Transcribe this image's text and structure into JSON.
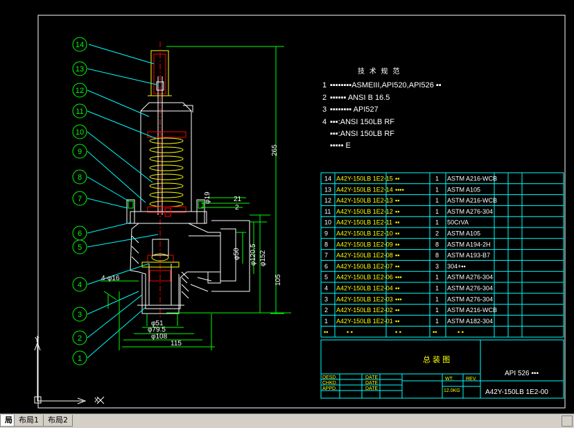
{
  "tech_notes": {
    "heading": "技 术 规 范",
    "lines": [
      {
        "num": "1",
        "text": "▪▪▪▪▪▪▪▪ASMEIII,API520,API526 ▪▪"
      },
      {
        "num": "2",
        "text": "▪▪▪▪▪▪ ANSI B 16.5"
      },
      {
        "num": "3",
        "text": "▪▪▪▪▪▪▪▪ API527"
      },
      {
        "num": "4",
        "text": "▪▪▪:ANSI 150LB RF"
      },
      {
        "num": "",
        "text": "▪▪▪:ANSI 150LB RF"
      },
      {
        "num": "",
        "text": "▪▪▪▪▪ E"
      }
    ]
  },
  "balloons": [
    "14",
    "13",
    "12",
    "11",
    "10",
    "9",
    "8",
    "7",
    "6",
    "5",
    "4",
    "3",
    "2",
    "1"
  ],
  "dimensions": {
    "d_265": "265",
    "d_105": "105",
    "d_21": "21",
    "d_2": "2",
    "d_phi19": "φ19",
    "d_phi152": "φ152",
    "d_phi120_5": "φ120.5",
    "d_phi50": "φ50",
    "d_phi51": "φ51",
    "d_phi79_5": "φ79.5",
    "d_phi108": "φ108",
    "d_115": "115",
    "d_4phi16": "4-φ16"
  },
  "parts_table": {
    "rows": [
      {
        "no": "14",
        "code": "A42Y-150LB 1E2-15",
        "name": "▪▪",
        "qty": "1",
        "material": "ASTM A216-WCB"
      },
      {
        "no": "13",
        "code": "A42Y-150LB 1E2-14",
        "name": "▪▪▪▪",
        "qty": "1",
        "material": "ASTM A105"
      },
      {
        "no": "12",
        "code": "A42Y-150LB 1E2-13",
        "name": "▪▪",
        "qty": "1",
        "material": "ASTM A216-WCB"
      },
      {
        "no": "11",
        "code": "A42Y-150LB 1E2-12",
        "name": "▪▪",
        "qty": "1",
        "material": "ASTM A276-304"
      },
      {
        "no": "10",
        "code": "A42Y-150LB 1E2-11",
        "name": "▪▪",
        "qty": "1",
        "material": "50CrVA"
      },
      {
        "no": "9",
        "code": "A42Y-150LB 1E2-10",
        "name": "▪▪",
        "qty": "2",
        "material": "ASTM A105"
      },
      {
        "no": "8",
        "code": "A42Y-150LB 1E2-09",
        "name": "▪▪",
        "qty": "8",
        "material": "ASTM A194-2H"
      },
      {
        "no": "7",
        "code": "A42Y-150LB 1E2-08",
        "name": "▪▪",
        "qty": "8",
        "material": "ASTM A193-B7"
      },
      {
        "no": "6",
        "code": "A42Y-150LB 1E2-07",
        "name": "▪▪",
        "qty": "3",
        "material": "304+▪▪"
      },
      {
        "no": "5",
        "code": "A42Y-150LB 1E2-06",
        "name": "▪▪▪",
        "qty": "1",
        "material": "ASTM A276-304"
      },
      {
        "no": "4",
        "code": "A42Y-150LB 1E2-04",
        "name": "▪▪",
        "qty": "1",
        "material": "ASTM A276-304"
      },
      {
        "no": "3",
        "code": "A42Y-150LB 1E2-03",
        "name": "▪▪▪",
        "qty": "1",
        "material": "ASTM A276-304"
      },
      {
        "no": "2",
        "code": "A42Y-150LB 1E2-02",
        "name": "▪▪",
        "qty": "1",
        "material": "ASTM A216-WCB"
      },
      {
        "no": "1",
        "code": "A42Y-150LB 1E2-01",
        "name": "▪▪",
        "qty": "1",
        "material": "ASTM A182-304"
      }
    ],
    "header": {
      "no": "▪▪",
      "code": "▪ ▪",
      "name": "▪ ▪",
      "qty": "▪▪",
      "material": "▪ ▪"
    }
  },
  "title_block": {
    "drawing_title": "总 装 图",
    "product": "API 526 ▪▪▪",
    "drawing_no": "A42Y-150LB 1E2-00",
    "weight_label": "WT.",
    "rev_label": "REV.",
    "weight": "12.0KG",
    "desd": "DESD.",
    "chkd": "CHKD.",
    "appd": "APPD.",
    "date1": "DATE",
    "date2": "DATE",
    "date3": "DATE"
  },
  "ucs": {
    "y": "Y",
    "x": "X"
  },
  "tabs": [
    {
      "label": "局"
    },
    {
      "label": "布局1"
    },
    {
      "label": "布局2"
    }
  ]
}
